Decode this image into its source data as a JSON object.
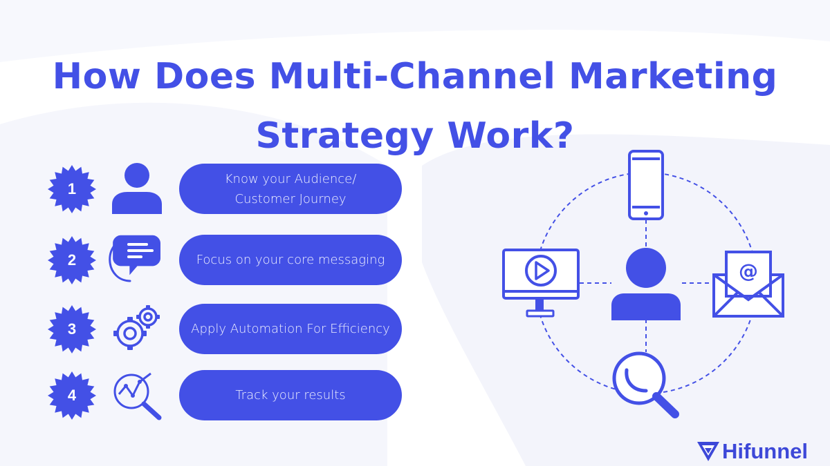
{
  "title": {
    "line1": "How Does Multi-Channel Marketing",
    "line2": "Strategy Work?"
  },
  "steps": [
    {
      "number": "1",
      "icon": "user-icon",
      "label": "Know your Audience/ Customer Journey",
      "label_lines": [
        "Know your Audience/",
        "Customer Journey"
      ]
    },
    {
      "number": "2",
      "icon": "chat-bubble-icon",
      "label": "Focus on your core messaging",
      "label_lines": [
        "Focus on your core messaging"
      ]
    },
    {
      "number": "3",
      "icon": "gears-icon",
      "label": "Apply Automation For Efficiency",
      "label_lines": [
        "Apply Automation For Efficiency"
      ]
    },
    {
      "number": "4",
      "icon": "analytics-search-icon",
      "label": "Track your results",
      "label_lines": [
        "Track your results"
      ]
    }
  ],
  "diagram": {
    "center_icon": "user-icon",
    "channel_icons": [
      "smartphone-icon",
      "video-monitor-icon",
      "email-envelope-icon",
      "magnifier-icon"
    ]
  },
  "logo": {
    "text": "Hifunnel",
    "icon": "funnel-logo-icon"
  },
  "colors": {
    "accent": "#4350e6",
    "background_shape": "#f3f4fb",
    "logo": "#3d48d8"
  }
}
